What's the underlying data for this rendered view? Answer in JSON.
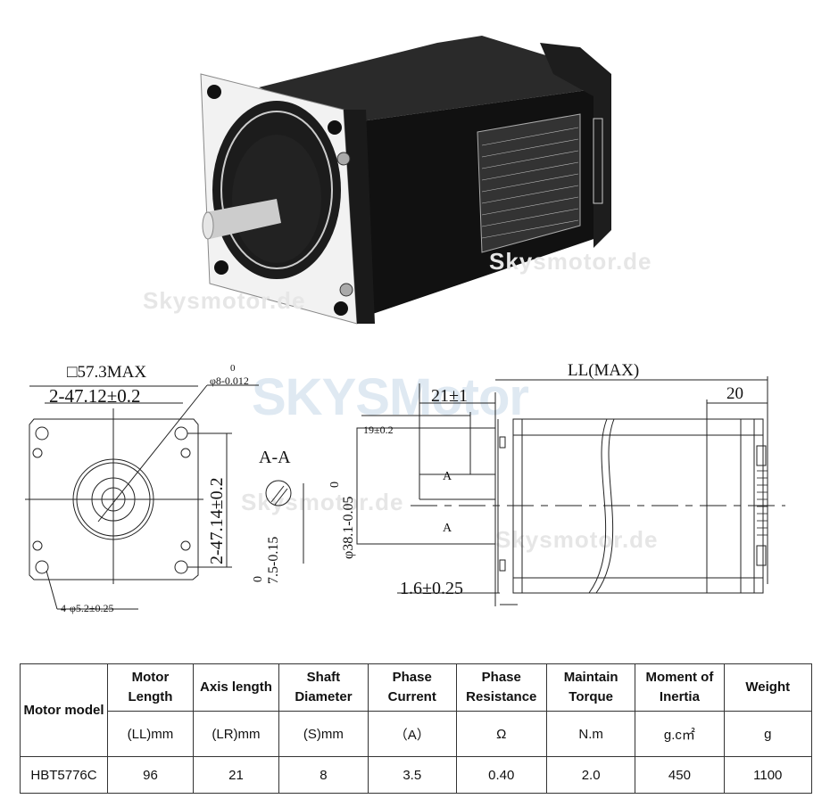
{
  "watermarks": {
    "brand_large": "SKYSMotor",
    "brand_small": "Skysmotor.de"
  },
  "drawing": {
    "front_view": {
      "square_size": "□57.3MAX",
      "hole_spacing_h": "2-47.12±0.2",
      "hole_spacing_v": "2-47.14±0.2",
      "shaft_diameter_upper": "0",
      "shaft_diameter": "φ8-0.012",
      "mount_holes": "4-φ5.2±0.25"
    },
    "section": {
      "label": "A-A",
      "flat_tol_upper": "0",
      "flat_dim": "7.5-0.15"
    },
    "side_view": {
      "shaft_length": "21±1",
      "flat_length": "19±0.2",
      "pilot_upper": "0",
      "pilot_diameter": "φ38.1-0.05",
      "section_mark": "A",
      "pilot_depth": "1.6±0.25",
      "motor_length": "LL(MAX)",
      "encoder_length": "20"
    }
  },
  "table": {
    "headers": [
      {
        "title": "Motor model",
        "unit": ""
      },
      {
        "title": "Motor Length",
        "unit": "(LL)mm"
      },
      {
        "title": "Axis length",
        "unit": "(LR)mm"
      },
      {
        "title": "Shaft Diameter",
        "unit": "(S)mm"
      },
      {
        "title": "Phase Current",
        "unit": "（A）"
      },
      {
        "title": "Phase Resistance",
        "unit": "Ω"
      },
      {
        "title": "Maintain Torque",
        "unit": "N.m"
      },
      {
        "title": "Moment of Inertia",
        "unit": "g.c㎡"
      },
      {
        "title": "Weight",
        "unit": "g"
      }
    ],
    "rows": [
      [
        "HBT5776C",
        "96",
        "21",
        "8",
        "3.5",
        "0.40",
        "2.0",
        "450",
        "1100"
      ]
    ]
  }
}
